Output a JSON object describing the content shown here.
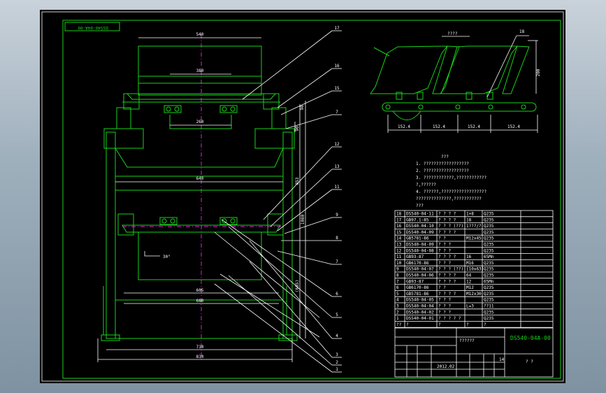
{
  "drawing": {
    "code_upside_down": "DS540-04A-00",
    "title_code": "DS540-04A-00",
    "title_name": "??????",
    "title_small": "? ?",
    "scale_mark": "14",
    "date_mark": "2012.02"
  },
  "front_view": {
    "dims": {
      "top_width": "540",
      "upper_inner": "380",
      "cross": "260",
      "mid_width": "640",
      "lower_a": "605",
      "lower_b": "680",
      "base_a": "710",
      "base_b": "810",
      "right_height": "1080",
      "right_mid": "853",
      "right_upper": "98",
      "right_small": "90",
      "right_lower": "(685)",
      "angle": "30°"
    },
    "balloons": [
      "17",
      "16",
      "15",
      "7",
      "12",
      "13",
      "11",
      "9",
      "8",
      "7",
      "6",
      "5",
      "4",
      "3",
      "2",
      "1"
    ]
  },
  "side_view": {
    "top_label": "????",
    "callout": "18",
    "height_dim": "200",
    "pitches": [
      "152.4",
      "152.4",
      "152.4",
      "152.4"
    ]
  },
  "notes": {
    "heading": "???",
    "items": [
      "1. ??????????????????",
      "2. ??????????????????",
      "3. ????????????,????????????",
      "   ?,??????",
      "4. ??????,??????????????????",
      "   ??????????????,???????????",
      "   ???"
    ]
  },
  "bom": {
    "rows": [
      [
        "18",
        "DS540-04-11",
        "? ? ? ?",
        "1+8",
        "Q235"
      ],
      [
        "17",
        "GB97.1-85",
        "? ? ? ?",
        "18",
        "Q235"
      ],
      [
        "16",
        "DS540-04-10",
        "? ? ? (??)",
        "1???/?",
        "Q235"
      ],
      [
        "15",
        "DS540-04-09",
        "? ? ? ?",
        "",
        "Q235"
      ],
      [
        "14",
        "GB5781-86",
        "? ?",
        "M12x45",
        "Q235"
      ],
      [
        "13",
        "DS540-04-09",
        "? ? ?",
        "",
        "Q235"
      ],
      [
        "12",
        "DS540-04-08",
        "? ? ?",
        "",
        "Q235"
      ],
      [
        "11",
        "GB93-87",
        "? ? ? ?",
        "16",
        "65Mn"
      ],
      [
        "10",
        "GB6170-86",
        "? ? ?",
        "M16",
        "Q235"
      ],
      [
        "9",
        "DS540-04-07",
        "? ? ? (??)",
        "[10x63]",
        "Q235"
      ],
      [
        "8",
        "DS540-04-06",
        "? ? ? ?",
        "64",
        "Q235"
      ],
      [
        "7",
        "GB93-87",
        "? ? ? ?",
        "12",
        "65Mn"
      ],
      [
        "6",
        "GB6170-86",
        "? ?",
        "M12",
        "Q235"
      ],
      [
        "5",
        "GB5781-86",
        "? ? ? ?",
        "M12x30",
        "Q235"
      ],
      [
        "4",
        "DS540-04-05",
        "? ? ?",
        "",
        "Q235"
      ],
      [
        "3",
        "DS540-04-04",
        "? ? ?",
        "L=3",
        "??11"
      ],
      [
        "2",
        "DS540-04-02",
        "? ? ?",
        "",
        "Q235"
      ],
      [
        "1",
        "DS540-04-01",
        "? ? ? ? ?",
        "",
        "Q235"
      ],
      [
        "??",
        "?",
        "?",
        "?",
        "?"
      ]
    ]
  }
}
